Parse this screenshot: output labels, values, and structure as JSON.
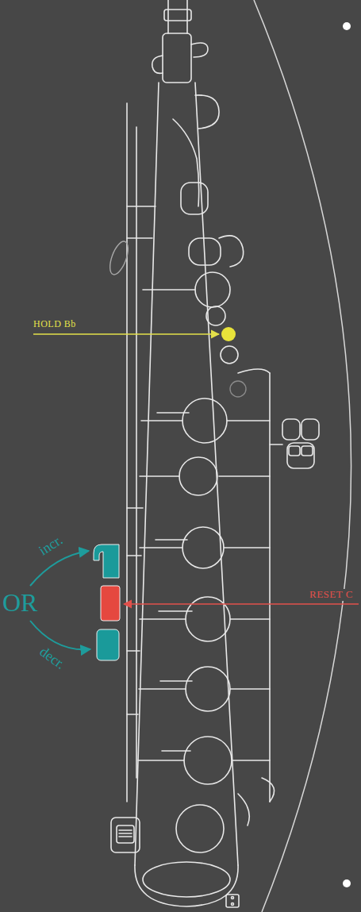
{
  "diagram": {
    "labels": [
      "HOLD Bb",
      "RESET C",
      "OR",
      "incr.",
      "decr."
    ]
  }
}
